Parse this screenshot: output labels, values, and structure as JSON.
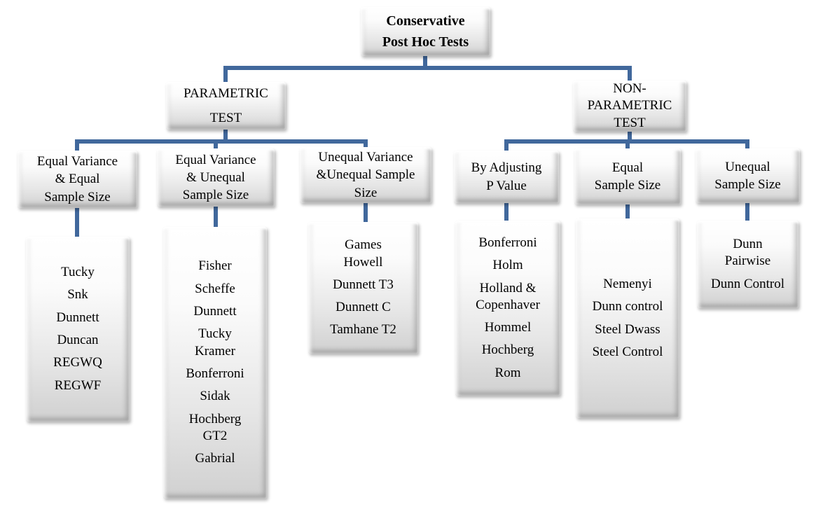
{
  "title": "Conservative\nPost Hoc Tests",
  "branches": {
    "parametric": "PARAMETRIC\nTEST",
    "nonparametric": "NON-\nPARAMETRIC\nTEST"
  },
  "parametric_groups": [
    {
      "header": "Equal Variance\n& Equal\nSample Size",
      "tests": [
        "Tucky",
        "Snk",
        "Dunnett",
        "Duncan",
        "REGWQ",
        "REGWF"
      ]
    },
    {
      "header": "Equal Variance\n& Unequal\nSample Size",
      "tests": [
        "Fisher",
        "Scheffe",
        "Dunnett",
        "Tucky\nKramer",
        "Bonferroni",
        "Sidak",
        "Hochberg\nGT2",
        "Gabrial"
      ]
    },
    {
      "header": "Unequal Variance\n&Unequal Sample\nSize",
      "tests": [
        "Games\nHowell",
        "Dunnett T3",
        "Dunnett C",
        "Tamhane T2"
      ]
    }
  ],
  "nonparametric_groups": [
    {
      "header": "By Adjusting\nP Value",
      "tests": [
        "Bonferroni",
        "Holm",
        "Holland &\nCopenhaver",
        "Hommel",
        "Hochberg",
        "Rom"
      ]
    },
    {
      "header": "Equal\nSample Size",
      "tests": [
        "Nemenyi",
        "Dunn control",
        "Steel Dwass",
        "Steel Control"
      ]
    },
    {
      "header": "Unequal\nSample Size",
      "tests": [
        "Dunn\nPairwise",
        "Dunn Control"
      ]
    }
  ],
  "colors": {
    "connector": "#41689C",
    "box_gradient_top": "#FFFFFF",
    "box_gradient_bottom": "#D0D0D0",
    "text": "#000000"
  }
}
